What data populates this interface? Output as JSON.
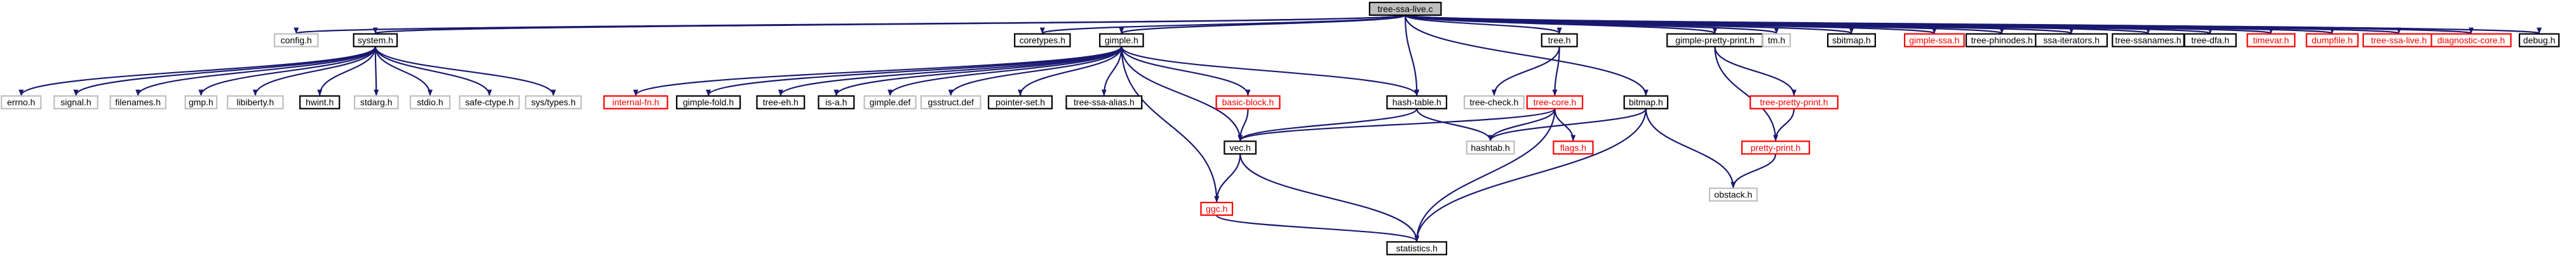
{
  "diagram": {
    "type": "include-dependency-graph",
    "root": "tree-ssa-live.c",
    "colors": {
      "edge": "#191970",
      "root_fill": "#bfbfbf",
      "normal_border": "#000000",
      "missing_border": "#ff0000",
      "external_border": "#bfbfbf",
      "missing_text": "#ff0000",
      "normal_text": "#000000"
    },
    "nodes": [
      {
        "id": "root",
        "label": "tree-ssa-live.c",
        "style": "root"
      },
      {
        "id": "config",
        "label": "config.h",
        "style": "external"
      },
      {
        "id": "system",
        "label": "system.h",
        "style": "normal"
      },
      {
        "id": "coretypes",
        "label": "coretypes.h",
        "style": "normal"
      },
      {
        "id": "gimple",
        "label": "gimple.h",
        "style": "normal"
      },
      {
        "id": "hashtable",
        "label": "hash-table.h",
        "style": "normal"
      },
      {
        "id": "tree",
        "label": "tree.h",
        "style": "normal"
      },
      {
        "id": "bitmap",
        "label": "bitmap.h",
        "style": "normal"
      },
      {
        "id": "gimplepp",
        "label": "gimple-pretty-print.h",
        "style": "normal"
      },
      {
        "id": "tm",
        "label": "tm.h",
        "style": "external"
      },
      {
        "id": "sbitmap",
        "label": "sbitmap.h",
        "style": "normal"
      },
      {
        "id": "gimplessa",
        "label": "gimple-ssa.h",
        "style": "missing"
      },
      {
        "id": "treephinodes",
        "label": "tree-phinodes.h",
        "style": "normal"
      },
      {
        "id": "ssaiter",
        "label": "ssa-iterators.h",
        "style": "normal"
      },
      {
        "id": "treessanames",
        "label": "tree-ssanames.h",
        "style": "normal"
      },
      {
        "id": "treedfa",
        "label": "tree-dfa.h",
        "style": "normal"
      },
      {
        "id": "timevar",
        "label": "timevar.h",
        "style": "missing"
      },
      {
        "id": "dumpfile",
        "label": "dumpfile.h",
        "style": "missing"
      },
      {
        "id": "treessalive",
        "label": "tree-ssa-live.h",
        "style": "missing"
      },
      {
        "id": "diagcore",
        "label": "diagnostic-core.h",
        "style": "missing"
      },
      {
        "id": "debug",
        "label": "debug.h",
        "style": "normal"
      },
      {
        "id": "errno",
        "label": "errno.h",
        "style": "external"
      },
      {
        "id": "signal",
        "label": "signal.h",
        "style": "external"
      },
      {
        "id": "filenames",
        "label": "filenames.h",
        "style": "external"
      },
      {
        "id": "gmp",
        "label": "gmp.h",
        "style": "external"
      },
      {
        "id": "libiberty",
        "label": "libiberty.h",
        "style": "external"
      },
      {
        "id": "hwint",
        "label": "hwint.h",
        "style": "normal"
      },
      {
        "id": "stdarg",
        "label": "stdarg.h",
        "style": "external"
      },
      {
        "id": "stdio",
        "label": "stdio.h",
        "style": "external"
      },
      {
        "id": "safectype",
        "label": "safe-ctype.h",
        "style": "external"
      },
      {
        "id": "systypes",
        "label": "sys/types.h",
        "style": "external"
      },
      {
        "id": "internalfn",
        "label": "internal-fn.h",
        "style": "missing"
      },
      {
        "id": "gimplefold",
        "label": "gimple-fold.h",
        "style": "normal"
      },
      {
        "id": "treeeh",
        "label": "tree-eh.h",
        "style": "normal"
      },
      {
        "id": "isa",
        "label": "is-a.h",
        "style": "normal"
      },
      {
        "id": "gimpledef",
        "label": "gimple.def",
        "style": "external"
      },
      {
        "id": "gsstruct",
        "label": "gsstruct.def",
        "style": "external"
      },
      {
        "id": "pointerset",
        "label": "pointer-set.h",
        "style": "normal"
      },
      {
        "id": "treessaalias",
        "label": "tree-ssa-alias.h",
        "style": "normal"
      },
      {
        "id": "basicblock",
        "label": "basic-block.h",
        "style": "missing"
      },
      {
        "id": "treecheck",
        "label": "tree-check.h",
        "style": "external"
      },
      {
        "id": "treecore",
        "label": "tree-core.h",
        "style": "missing"
      },
      {
        "id": "treeprettyprint",
        "label": "tree-pretty-print.h",
        "style": "missing"
      },
      {
        "id": "vec",
        "label": "vec.h",
        "style": "normal"
      },
      {
        "id": "hashtab",
        "label": "hashtab.h",
        "style": "external"
      },
      {
        "id": "flags",
        "label": "flags.h",
        "style": "missing"
      },
      {
        "id": "prettyprint",
        "label": "pretty-print.h",
        "style": "missing"
      },
      {
        "id": "ggc",
        "label": "ggc.h",
        "style": "missing"
      },
      {
        "id": "obstack",
        "label": "obstack.h",
        "style": "external"
      },
      {
        "id": "statistics",
        "label": "statistics.h",
        "style": "normal"
      }
    ],
    "edges": [
      [
        "root",
        "config"
      ],
      [
        "root",
        "system"
      ],
      [
        "root",
        "coretypes"
      ],
      [
        "root",
        "gimple"
      ],
      [
        "root",
        "hashtable"
      ],
      [
        "root",
        "tree"
      ],
      [
        "root",
        "bitmap"
      ],
      [
        "root",
        "gimplepp"
      ],
      [
        "root",
        "tm"
      ],
      [
        "root",
        "sbitmap"
      ],
      [
        "root",
        "gimplessa"
      ],
      [
        "root",
        "treephinodes"
      ],
      [
        "root",
        "ssaiter"
      ],
      [
        "root",
        "treessanames"
      ],
      [
        "root",
        "treedfa"
      ],
      [
        "root",
        "timevar"
      ],
      [
        "root",
        "dumpfile"
      ],
      [
        "root",
        "treessalive"
      ],
      [
        "root",
        "diagcore"
      ],
      [
        "root",
        "debug"
      ],
      [
        "system",
        "errno"
      ],
      [
        "system",
        "signal"
      ],
      [
        "system",
        "filenames"
      ],
      [
        "system",
        "gmp"
      ],
      [
        "system",
        "libiberty"
      ],
      [
        "system",
        "hwint"
      ],
      [
        "system",
        "stdarg"
      ],
      [
        "system",
        "stdio"
      ],
      [
        "system",
        "safectype"
      ],
      [
        "system",
        "systypes"
      ],
      [
        "gimple",
        "internalfn"
      ],
      [
        "gimple",
        "gimplefold"
      ],
      [
        "gimple",
        "treeeh"
      ],
      [
        "gimple",
        "isa"
      ],
      [
        "gimple",
        "gimpledef"
      ],
      [
        "gimple",
        "gsstruct"
      ],
      [
        "gimple",
        "pointerset"
      ],
      [
        "gimple",
        "treessaalias"
      ],
      [
        "gimple",
        "basicblock"
      ],
      [
        "gimple",
        "hashtable"
      ],
      [
        "gimple",
        "vec"
      ],
      [
        "gimple",
        "ggc"
      ],
      [
        "basicblock",
        "vec"
      ],
      [
        "hashtable",
        "hashtab"
      ],
      [
        "hashtable",
        "vec"
      ],
      [
        "tree",
        "treecheck"
      ],
      [
        "tree",
        "treecore"
      ],
      [
        "treecore",
        "hashtab"
      ],
      [
        "treecore",
        "flags"
      ],
      [
        "treecore",
        "vec"
      ],
      [
        "treecore",
        "statistics"
      ],
      [
        "bitmap",
        "hashtab"
      ],
      [
        "bitmap",
        "obstack"
      ],
      [
        "bitmap",
        "statistics"
      ],
      [
        "gimplepp",
        "treeprettyprint"
      ],
      [
        "gimplepp",
        "prettyprint"
      ],
      [
        "treeprettyprint",
        "prettyprint"
      ],
      [
        "prettyprint",
        "obstack"
      ],
      [
        "vec",
        "ggc"
      ],
      [
        "vec",
        "statistics"
      ],
      [
        "ggc",
        "statistics"
      ]
    ]
  }
}
